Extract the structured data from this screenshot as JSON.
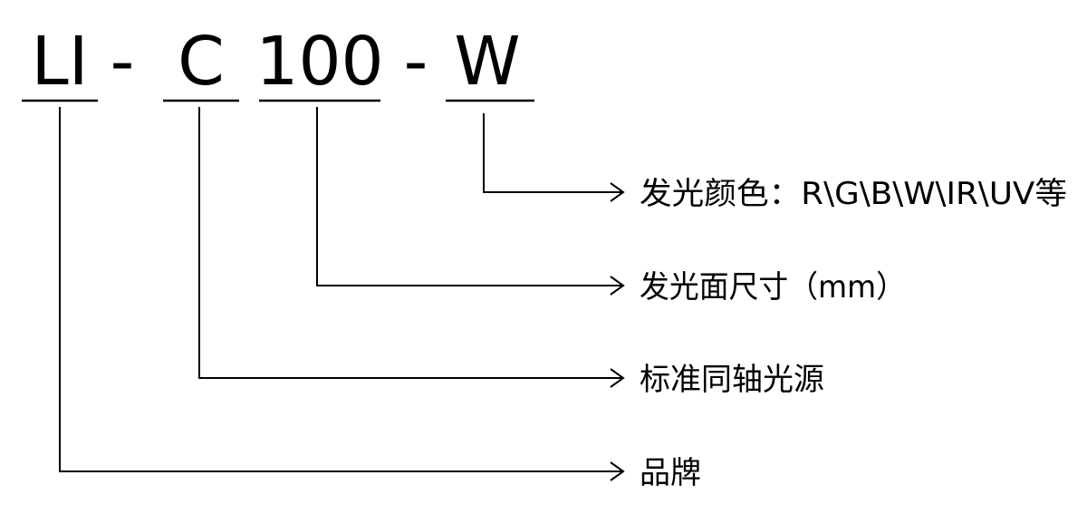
{
  "code": {
    "brand": "LI",
    "dash1": "-",
    "type": "C",
    "size": "100",
    "dash2": "-",
    "color": "W"
  },
  "labels": {
    "color": "发光颜色：R\\G\\B\\W\\IR\\UV等",
    "size": "发光面尺寸（mm）",
    "type": "标准同轴光源",
    "brand": "品牌"
  }
}
